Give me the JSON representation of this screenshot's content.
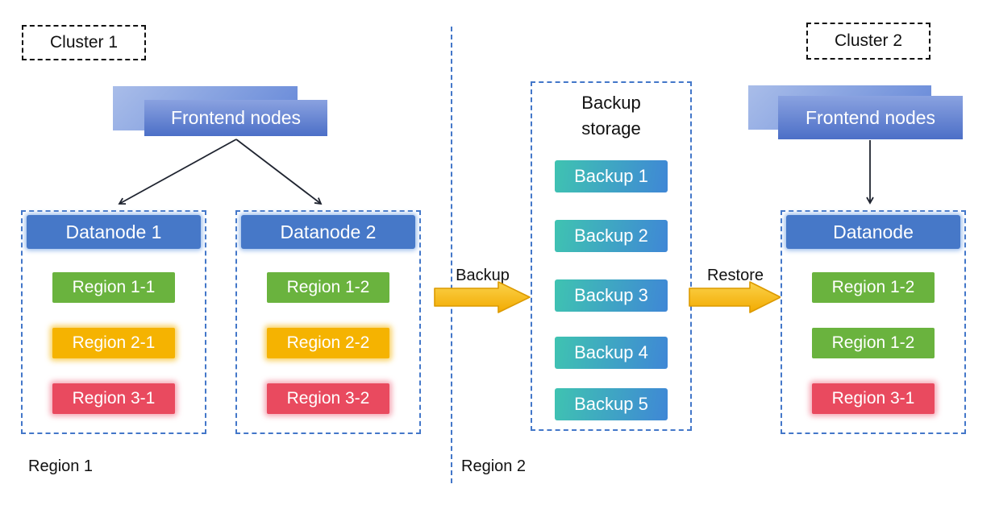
{
  "clusters": [
    {
      "label": "Cluster 1"
    },
    {
      "label": "Cluster 2"
    }
  ],
  "frontends": [
    {
      "label": "Frontend nodes"
    },
    {
      "label": "Frontend nodes"
    }
  ],
  "datanodes": [
    {
      "title": "Datanode 1",
      "regions": [
        {
          "label": "Region 1-1",
          "color": "green"
        },
        {
          "label": "Region 2-1",
          "color": "yellow"
        },
        {
          "label": "Region 3-1",
          "color": "red"
        }
      ]
    },
    {
      "title": "Datanode 2",
      "regions": [
        {
          "label": "Region 1-2",
          "color": "green"
        },
        {
          "label": "Region 2-2",
          "color": "yellow"
        },
        {
          "label": "Region 3-2",
          "color": "red"
        }
      ]
    },
    {
      "title": "Datanode",
      "regions": [
        {
          "label": "Region 1-2",
          "color": "green"
        },
        {
          "label": "Region 1-2",
          "color": "green"
        },
        {
          "label": "Region 3-1",
          "color": "red"
        }
      ]
    }
  ],
  "backup_storage": {
    "title": "Backup\nstorage",
    "items": [
      "Backup 1",
      "Backup 2",
      "Backup 3",
      "Backup 4",
      "Backup 5"
    ]
  },
  "flows": [
    {
      "label": "Backup"
    },
    {
      "label": "Restore"
    }
  ],
  "footers": [
    {
      "label": "Region 1"
    },
    {
      "label": "Region 2"
    }
  ],
  "colors": {
    "node_blue": "#4678C8",
    "frontend_gradient_top": "#8AA2E0",
    "frontend_gradient_bottom": "#4C6FC7",
    "backpanel_light": "#A9BDE9",
    "backpanel_dark": "#6487D8",
    "region_green": "#6AB33E",
    "region_yellow": "#F5B301",
    "region_red": "#E94A5F",
    "backup_chip_teal": "#3FC3B1",
    "backup_chip_blue": "#3F87D6",
    "flow_arrow_light": "#FBD24B",
    "flow_arrow_dark": "#F2AA00",
    "flow_arrow_outline": "#DC9A00",
    "dashed_blue": "#4377C9",
    "dashed_black": "#111111",
    "connector_dark": "#1F2430"
  }
}
